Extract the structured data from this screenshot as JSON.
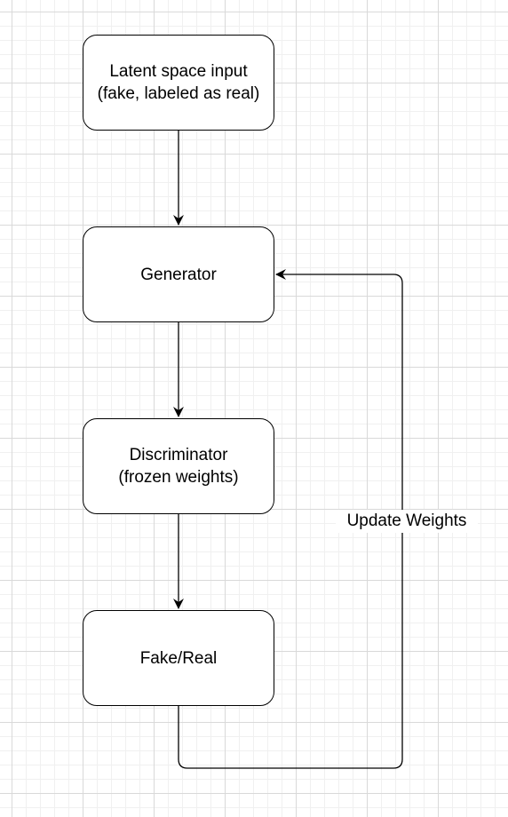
{
  "diagram": {
    "nodes": [
      {
        "id": "latent-input",
        "lines": [
          "Latent space input",
          "(fake, labeled as real)"
        ]
      },
      {
        "id": "generator",
        "lines": [
          "Generator"
        ]
      },
      {
        "id": "discriminator",
        "lines": [
          "Discriminator",
          "(frozen weights)"
        ]
      },
      {
        "id": "fake-real",
        "lines": [
          "Fake/Real"
        ]
      }
    ],
    "edges": [
      {
        "from": "latent-input",
        "to": "generator"
      },
      {
        "from": "generator",
        "to": "discriminator"
      },
      {
        "from": "discriminator",
        "to": "fake-real"
      },
      {
        "from": "fake-real",
        "to": "generator",
        "label": "Update Weights"
      }
    ]
  }
}
